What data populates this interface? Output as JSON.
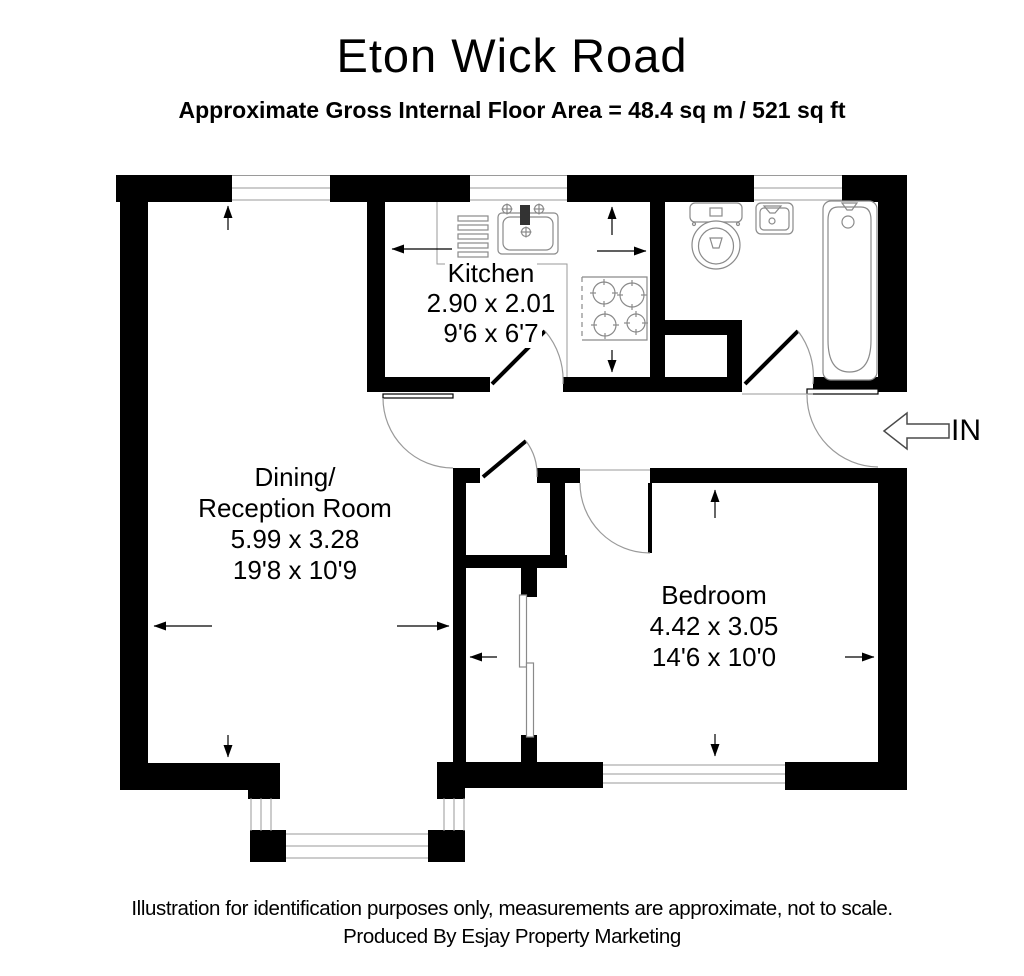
{
  "header": {
    "title": "Eton Wick Road",
    "subtitle": "Approximate Gross Internal Floor Area = 48.4 sq m / 521 sq ft"
  },
  "rooms": {
    "dining": {
      "name_line1": "Dining/",
      "name_line2": "Reception Room",
      "metric": "5.99 x 3.28",
      "imperial": "19'8 x 10'9"
    },
    "kitchen": {
      "name": "Kitchen",
      "metric": "2.90 x 2.01",
      "imperial": "9'6 x 6'7"
    },
    "bedroom": {
      "name": "Bedroom",
      "metric": "4.42 x 3.05",
      "imperial": "14'6 x 10'0"
    }
  },
  "entrance": {
    "label": "IN"
  },
  "footer": {
    "line1": "Illustration for identification purposes only, measurements are approximate, not to scale.",
    "line2": "Produced By Esjay Property Marketing"
  },
  "colors": {
    "wall": "#000000",
    "thin_line": "#9a9a9a",
    "fixture_line": "#8a8a8a",
    "text": "#000000"
  }
}
